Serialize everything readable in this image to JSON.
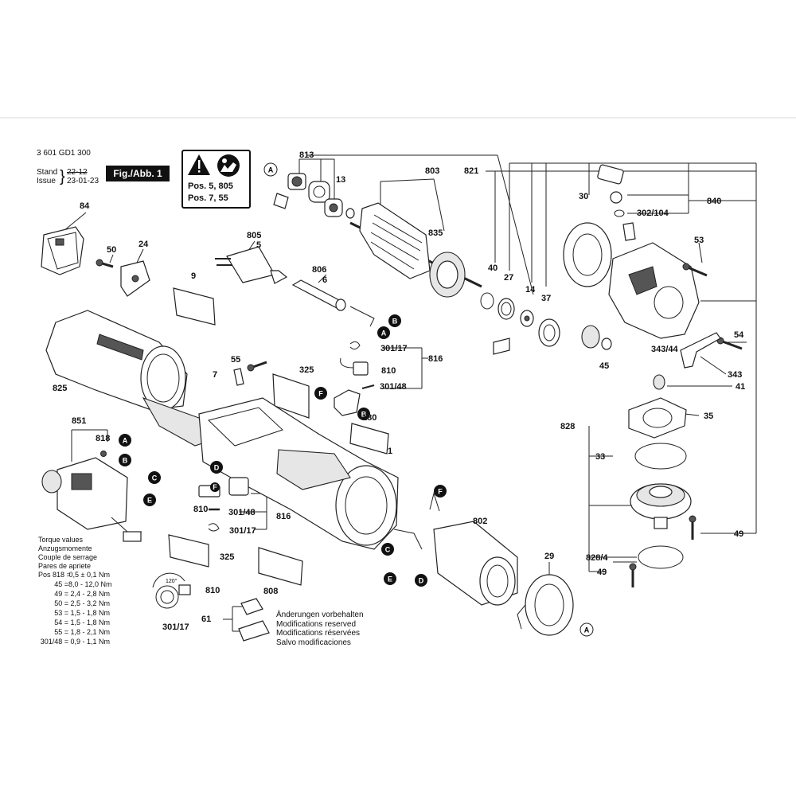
{
  "header": {
    "drawing_number": "3 601 GD1 300",
    "stand_label": "Stand",
    "issue_label": "Issue",
    "stand_date": "22-12",
    "issue_date": "23-01-23",
    "figure_label": "Fig./Abb. 1"
  },
  "warning_box": {
    "line1": "Pos. 5, 805",
    "line2": "Pos. 7, 55",
    "icons": [
      "warning-triangle-icon",
      "read-manual-icon"
    ]
  },
  "part_labels": [
    "813",
    "803",
    "821",
    "840",
    "13",
    "30",
    "302/104",
    "835",
    "53",
    "84",
    "50",
    "24",
    "805",
    "5",
    "806",
    "6",
    "40",
    "27",
    "14",
    "37",
    "9",
    "54",
    "343/44",
    "301/17",
    "816",
    "55",
    "45",
    "343",
    "7",
    "325",
    "810",
    "301/48",
    "825",
    "41",
    "35",
    "180",
    "828",
    "851",
    "818",
    "1",
    "33",
    "810",
    "301/48",
    "816",
    "802",
    "301/17",
    "49",
    "325",
    "29",
    "828/4",
    "49",
    "808",
    "810",
    "301/17",
    "61"
  ],
  "connector_markers": [
    "A",
    "A",
    "B",
    "B",
    "A",
    "B",
    "C",
    "E",
    "C",
    "E",
    "D",
    "D",
    "F",
    "F",
    "F",
    "A"
  ],
  "torque": {
    "title_lines": [
      "Torque values",
      "Anzugsmomente",
      "Couple de serrage",
      "Pares de apriete"
    ],
    "rows": [
      {
        "pos": "Pos 818 =",
        "val": "0,5 ± 0,1 Nm"
      },
      {
        "pos": "45 =",
        "val": "8,0 - 12,0 Nm"
      },
      {
        "pos": "49 =",
        "val": "2,4 - 2,8 Nm"
      },
      {
        "pos": "50 =",
        "val": "2,5 - 3,2 Nm"
      },
      {
        "pos": "53 =",
        "val": "1,5 - 1,8 Nm"
      },
      {
        "pos": "54 =",
        "val": "1,5 - 1,8 Nm"
      },
      {
        "pos": "55 =",
        "val": "1,8 - 2,1 Nm"
      },
      {
        "pos": "301/48 =",
        "val": "0,9 - 1,1 Nm"
      }
    ]
  },
  "angle_note": "120°",
  "changes_note": [
    "Änderungen vorbehalten",
    "Modifications reserved",
    "Modifications réservées",
    "Salvo modificaciones"
  ]
}
